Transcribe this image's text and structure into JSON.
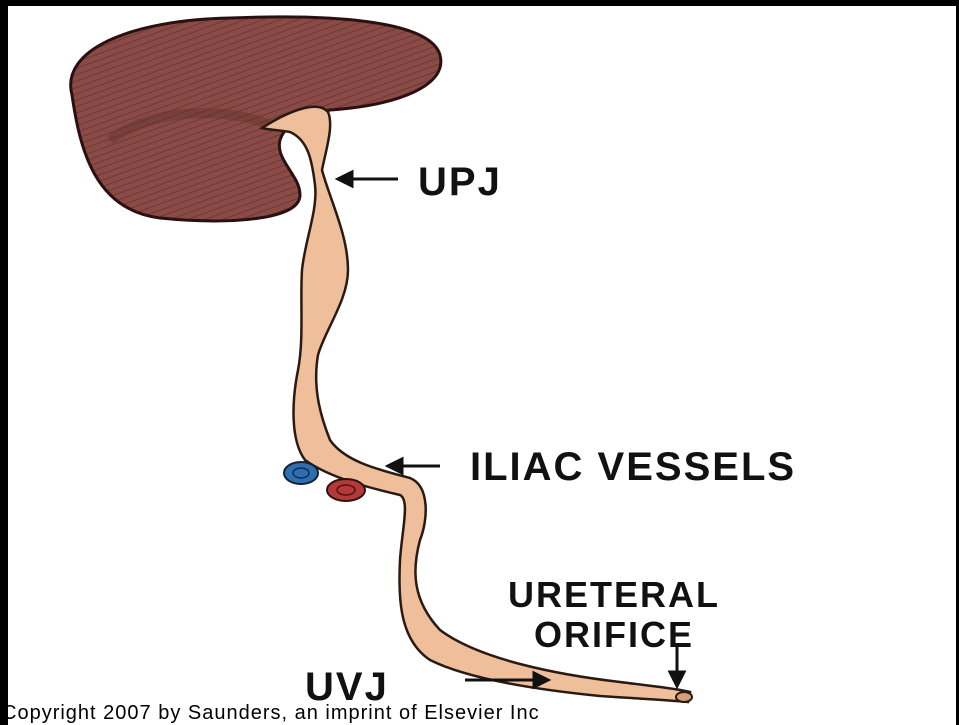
{
  "labels": {
    "upj": "UPJ",
    "iliac_vessels": "ILIAC VESSELS",
    "ureteral_orifice_line1": "URETERAL",
    "ureteral_orifice_line2": "ORIFICE",
    "uvj": "UVJ"
  },
  "copyright": "Copyright 2007 by Saunders, an imprint of Elsevier Inc",
  "colors": {
    "kidney": "#8a4a45",
    "kidney_shade": "#5a2a28",
    "ureter": "#efbe9a",
    "ureter_outline": "#2a1a14",
    "vessel_blue": "#2f6fb0",
    "vessel_red": "#b23a3a"
  }
}
